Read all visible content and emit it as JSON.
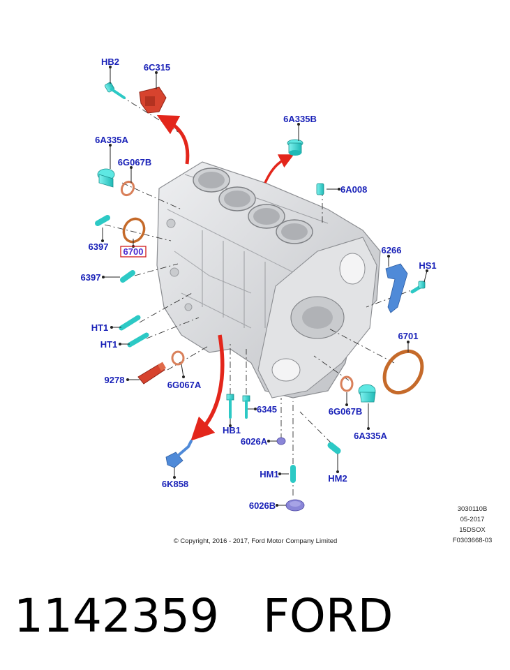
{
  "diagram": {
    "labels": {
      "hb2_top": "HB2",
      "c6c315": "6C315",
      "a6335b_top": "6A335B",
      "a6335a_left": "6A335A",
      "g6067b_left": "6G067B",
      "a6008": "6A008",
      "p6397_a": "6397",
      "p6700": "6700",
      "p6397_b": "6397",
      "p6266": "6266",
      "hs1": "HS1",
      "ht1_a": "HT1",
      "ht1_b": "HT1",
      "p6701": "6701",
      "p9278": "9278",
      "g6067a": "6G067A",
      "p6345": "6345",
      "g6067b_right": "6G067B",
      "hb1": "HB1",
      "a6335a_right": "6A335A",
      "a6026a": "6026A",
      "hm2": "HM2",
      "k6858": "6K858",
      "hm1": "HM1",
      "b6026b": "6026B"
    },
    "meta": [
      "3030110B",
      "05-2017",
      "15DSOX",
      "F0303668-03"
    ],
    "copyright": "© Copyright, 2016 - 2017, Ford Motor Company Limited",
    "colors": {
      "label_blue": "#1a22b8",
      "highlight_box": "#d11a1a",
      "arrow_red": "#e3261b",
      "bolt_cyan": "#31d6d2",
      "gasket_orange": "#c56a2a",
      "bracket_blue": "#4f8ad8",
      "block_gray": "#d9dadc"
    }
  },
  "caption": "1142359   FORD"
}
